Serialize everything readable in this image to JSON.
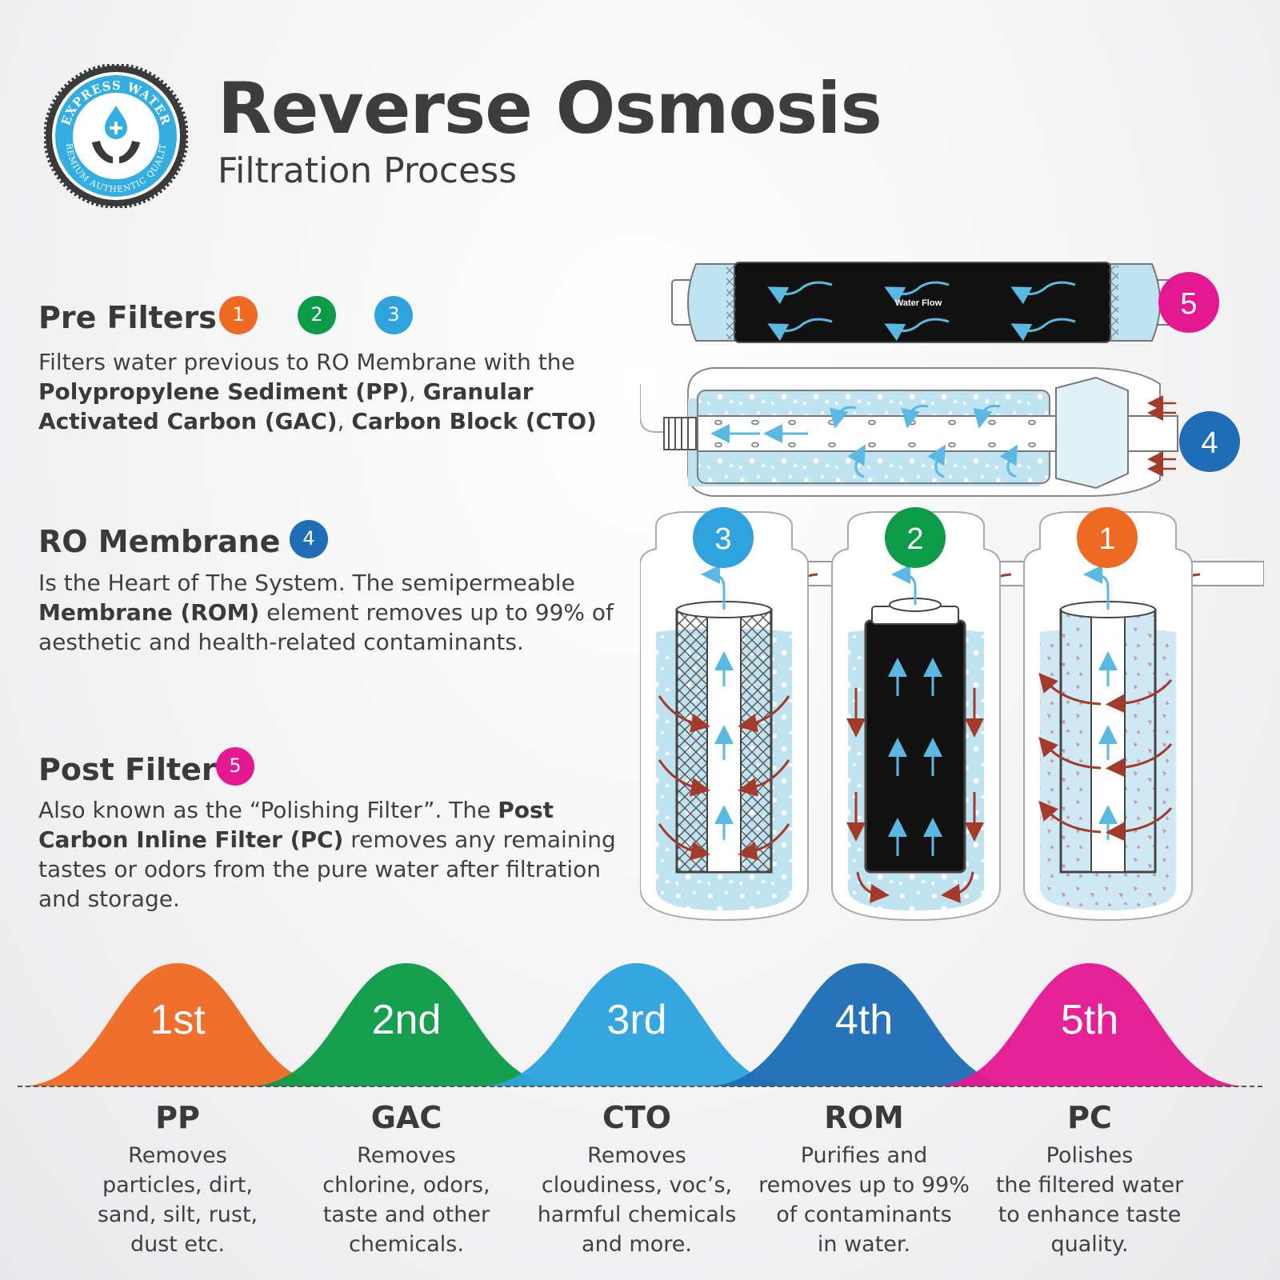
{
  "header": {
    "logo_text_top": "EXPRESS WATER",
    "logo_text_bottom": "PREMIUM AUTHENTIC QUALITY",
    "title": "Reverse Osmosis",
    "subtitle": "Filtration Process"
  },
  "colors": {
    "orange": "#ee6a23",
    "green": "#0c9b47",
    "light_blue": "#2ea3dd",
    "dark_blue": "#1e6db6",
    "pink": "#e41991",
    "water": "#bfe3f0",
    "arrow_red": "#a33a2a",
    "text": "#3d3d3f"
  },
  "sections": {
    "pre": {
      "title": "Pre Filters",
      "badges": [
        "1",
        "2",
        "3"
      ],
      "line1": "Filters water previous to RO Membrane with the",
      "b1": "Polypropylene Sediment (PP)",
      "sep1": ", ",
      "b2": "Granular Activated Carbon (GAC)",
      "sep2": ", ",
      "b3": "Carbon Block (CTO)"
    },
    "ro": {
      "title": "RO Membrane",
      "badge": "4",
      "line1": "Is the Heart of The System. The semipermeable",
      "b1": "Membrane (ROM)",
      "rest": " element removes up to 99% of aesthetic and health-related contaminants."
    },
    "post": {
      "title": "Post Filter",
      "badge": "5",
      "line1": "Also known as the “Polishing Filter”. The ",
      "b1": "Post Carbon Inline Filter (PC)",
      "rest": " removes any remaining tastes or odors from the pure water after filtration and storage."
    }
  },
  "diagram": {
    "water_flow_label": "Water Flow",
    "badge5": "5",
    "badge4": "4",
    "badge3": "3",
    "badge2": "2",
    "badge1": "1"
  },
  "stages": [
    {
      "ordinal": "1st",
      "name": "PP",
      "desc": [
        "Removes",
        "particles, dirt,",
        "sand, silt, rust,",
        "dust etc."
      ],
      "color_key": "orange"
    },
    {
      "ordinal": "2nd",
      "name": "GAC",
      "desc": [
        "Removes",
        "chlorine, odors,",
        "taste and other",
        "chemicals."
      ],
      "color_key": "green"
    },
    {
      "ordinal": "3rd",
      "name": "CTO",
      "desc": [
        "Removes",
        "cloudiness, voc’s,",
        "harmful chemicals",
        "and more."
      ],
      "color_key": "light_blue"
    },
    {
      "ordinal": "4th",
      "name": "ROM",
      "desc": [
        "Purifies and",
        "removes up to 99%",
        "of contaminants",
        "in water."
      ],
      "color_key": "dark_blue"
    },
    {
      "ordinal": "5th",
      "name": "PC",
      "desc": [
        "Polishes",
        "the filtered water",
        "to enhance taste",
        "quality."
      ],
      "color_key": "pink"
    }
  ]
}
